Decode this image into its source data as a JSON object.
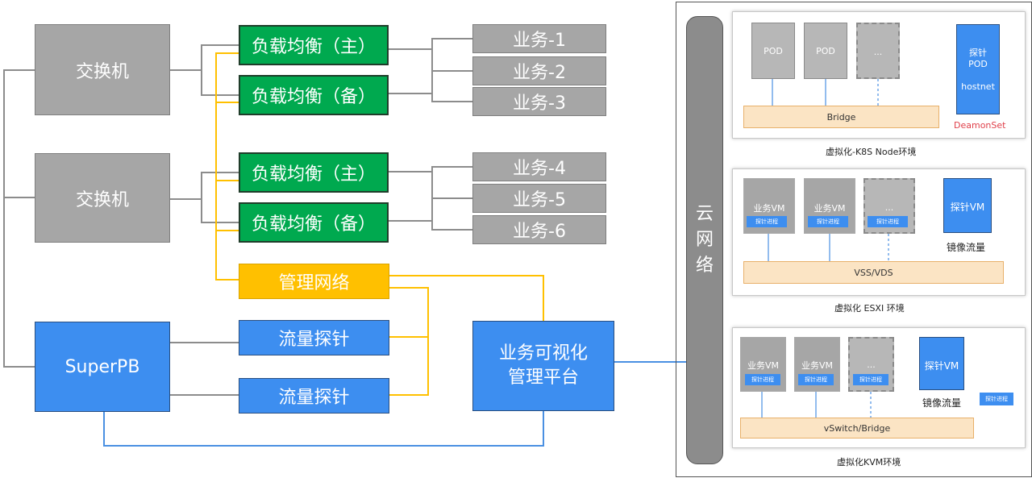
{
  "switches": [
    "交换机",
    "交换机"
  ],
  "load_balancers": [
    "负载均衡（主）",
    "负载均衡（备）",
    "负载均衡（主）",
    "负载均衡（备）"
  ],
  "services": [
    "业务-1",
    "业务-2",
    "业务-3",
    "业务-4",
    "业务-5",
    "业务-6"
  ],
  "management_network": "管理网络",
  "superpb": "SuperPB",
  "probes": [
    "流量探针",
    "流量探针"
  ],
  "platform": [
    "业务可视化",
    "管理平台"
  ],
  "cloud_network": [
    "云",
    "网",
    "络"
  ],
  "k8s": {
    "pods": [
      "POD",
      "POD",
      "..."
    ],
    "probe_pod": [
      "探针",
      "POD",
      "hostnet"
    ],
    "daemonset": "DeamonSet",
    "bridge": "Bridge",
    "caption": "虚拟化-K8S Node环境"
  },
  "esxi": {
    "vms": [
      "业务VM",
      "业务VM",
      "..."
    ],
    "process_tag": "探针进程",
    "probe_vm": "探针VM",
    "mirror": "镜像流量",
    "switch": "VSS/VDS",
    "caption": "虚拟化 ESXI 环境"
  },
  "kvm": {
    "vms": [
      "业务VM",
      "业务VM",
      "..."
    ],
    "process_tag": "探针进程",
    "probe_vm": "探针VM",
    "mirror": "镜像流量",
    "side_tag": "探针进程",
    "switch": "vSwitch/Bridge",
    "caption": "虚拟化KVM环境"
  },
  "colors": {
    "gray": "#a6a6a6",
    "green": "#00a94f",
    "yellow": "#ffc000",
    "blue": "#3d8ef0",
    "wire_gray": "#8c8c8c",
    "wire_yellow": "#ffc000",
    "wire_blue": "#4a90e2"
  }
}
